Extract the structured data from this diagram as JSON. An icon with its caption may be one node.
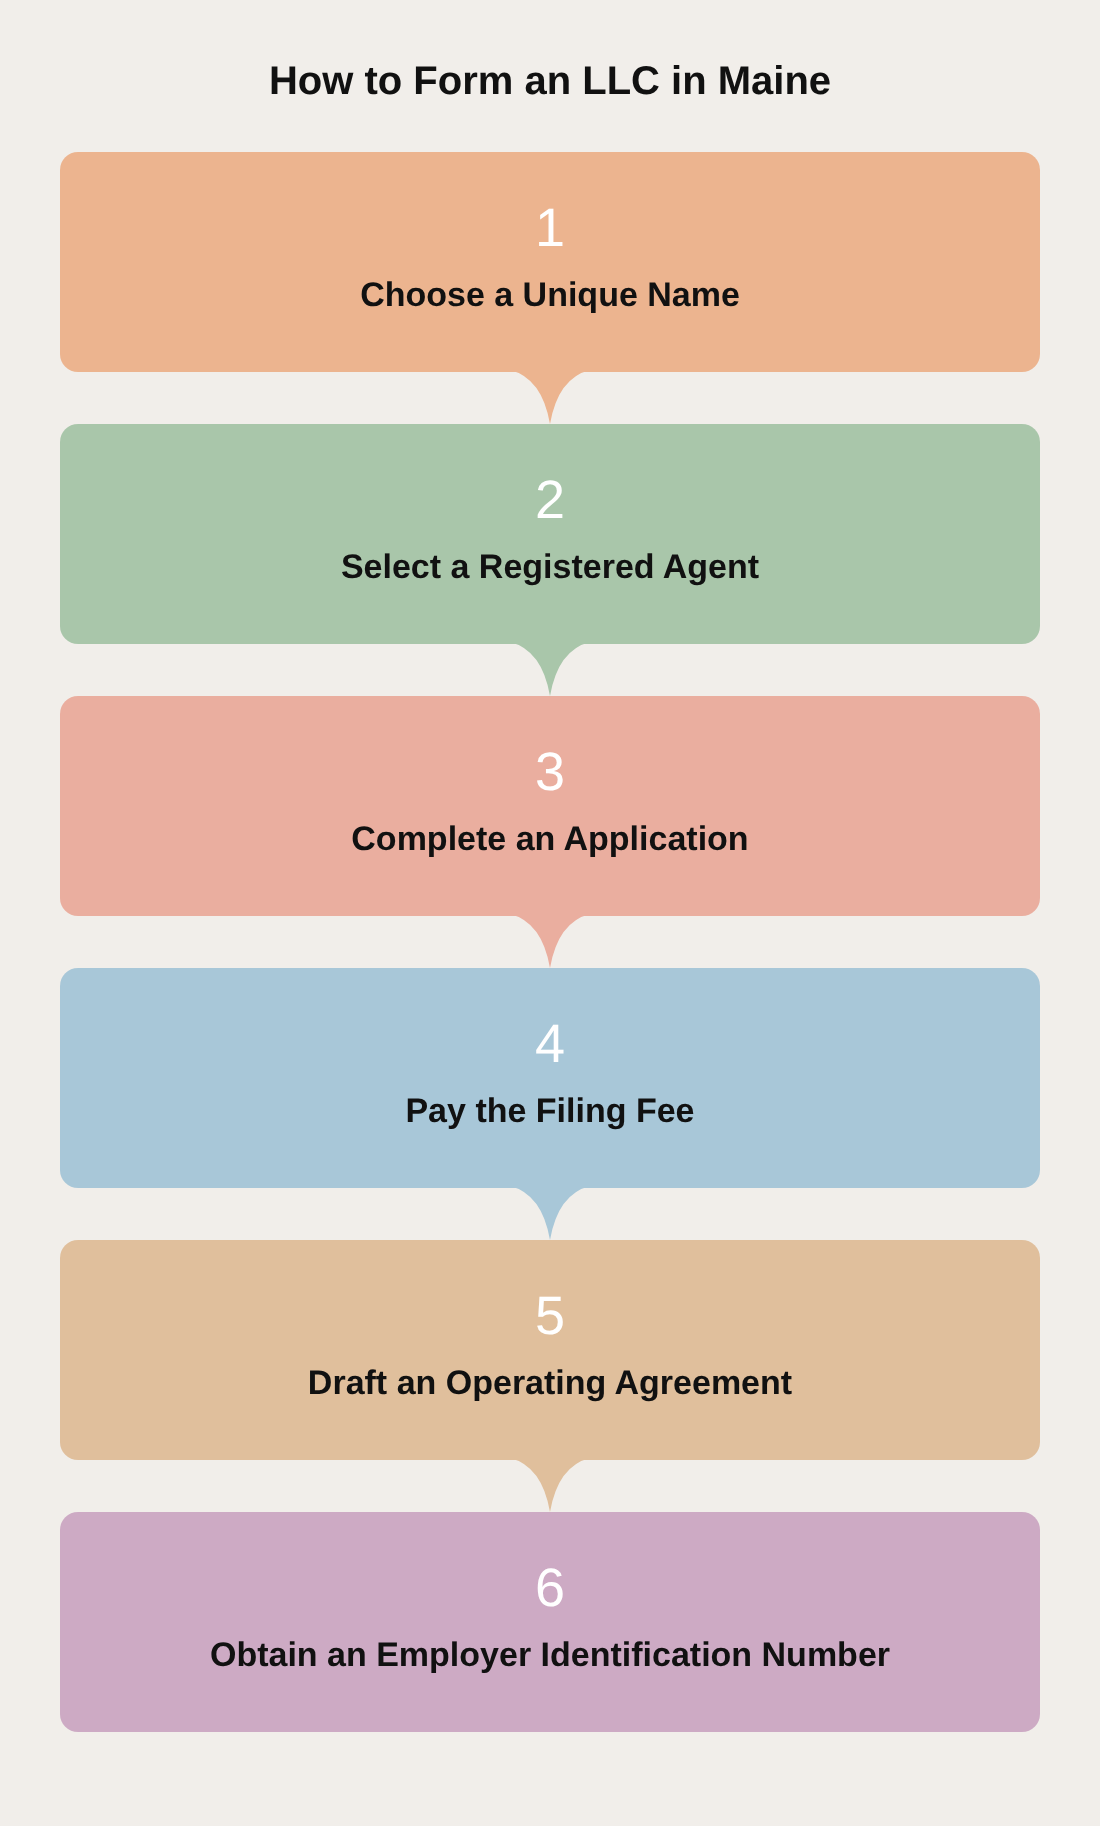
{
  "diagram": {
    "title": "How to Form an LLC in Maine",
    "nodes": [
      {
        "text": [
          "1",
          "Choose a Unique Name"
        ]
      },
      {
        "text": [
          "2",
          "Select a Registered Agent"
        ]
      },
      {
        "text": [
          "3",
          "Complete an Application"
        ]
      },
      {
        "text": [
          "4",
          "Pay the Filing Fee"
        ]
      },
      {
        "text": [
          "5",
          "Draft an Operating Agreement"
        ]
      },
      {
        "text": [
          "6",
          "Obtain an Employer Identification Number"
        ]
      }
    ],
    "edges": [
      {
        "from": 0,
        "to": 1,
        "arrow": "to"
      },
      {
        "from": 1,
        "to": 2,
        "arrow": "to"
      },
      {
        "from": 2,
        "to": 3,
        "arrow": "to"
      },
      {
        "from": 3,
        "to": 4,
        "arrow": "to"
      },
      {
        "from": 4,
        "to": 5,
        "arrow": "to"
      }
    ]
  }
}
